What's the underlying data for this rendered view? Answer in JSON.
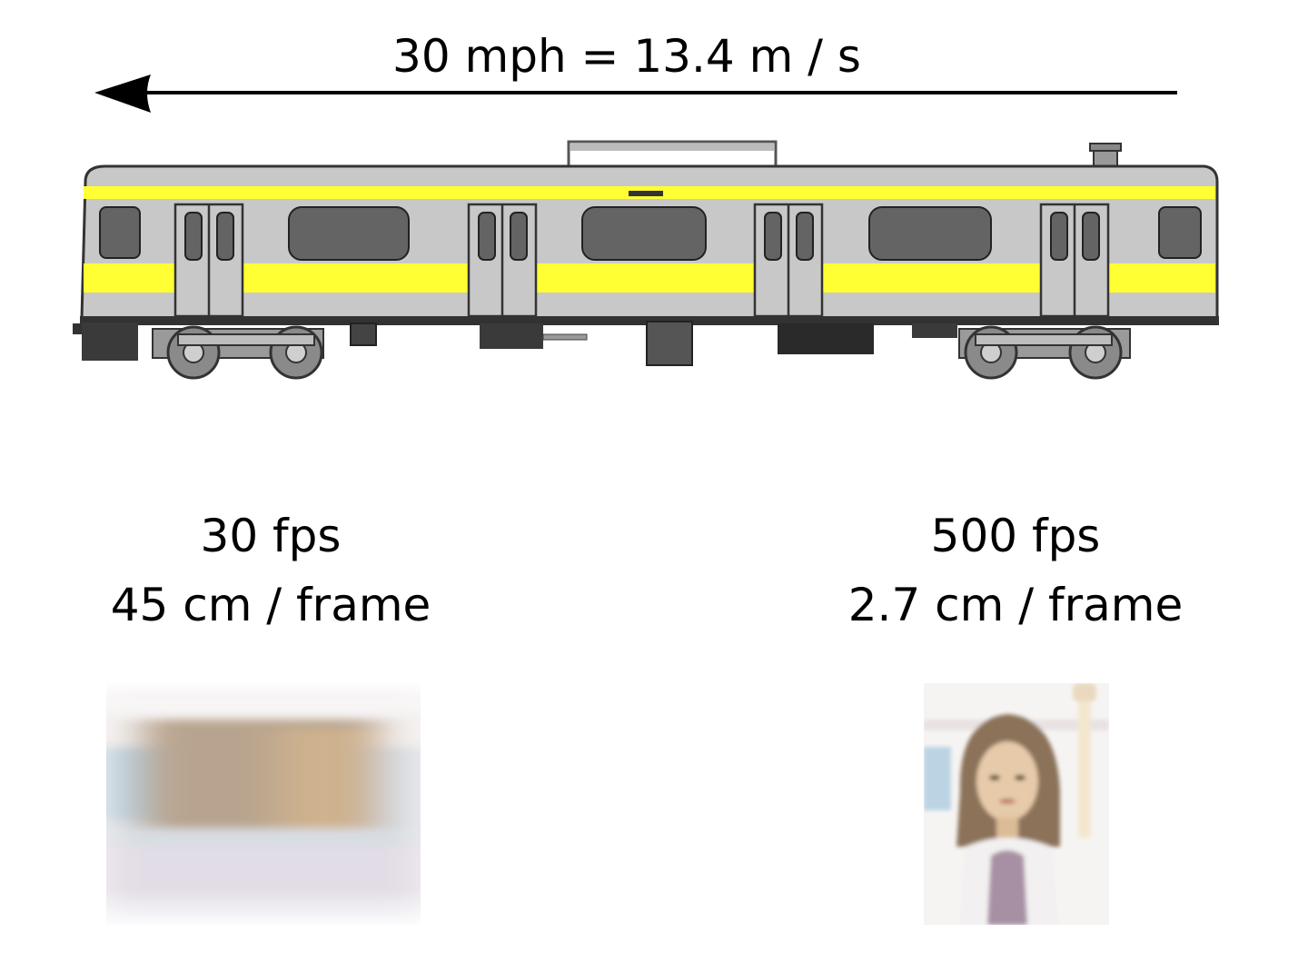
{
  "speed": {
    "label": "30 mph = 13.4 m / s",
    "direction": "left"
  },
  "cameras": [
    {
      "fps_label": "30 fps",
      "distance_label": "45 cm / frame",
      "image": "motion-blurred-passenger-photo"
    },
    {
      "fps_label": "500 fps",
      "distance_label": "2.7 cm / frame",
      "image": "sharp-passenger-photo"
    }
  ],
  "colors": {
    "train_body": "#c8c8c8",
    "train_stripe": "#ffff33",
    "window": "#646464",
    "undercarriage": "#323232",
    "wheel": "#8a8a8a"
  }
}
